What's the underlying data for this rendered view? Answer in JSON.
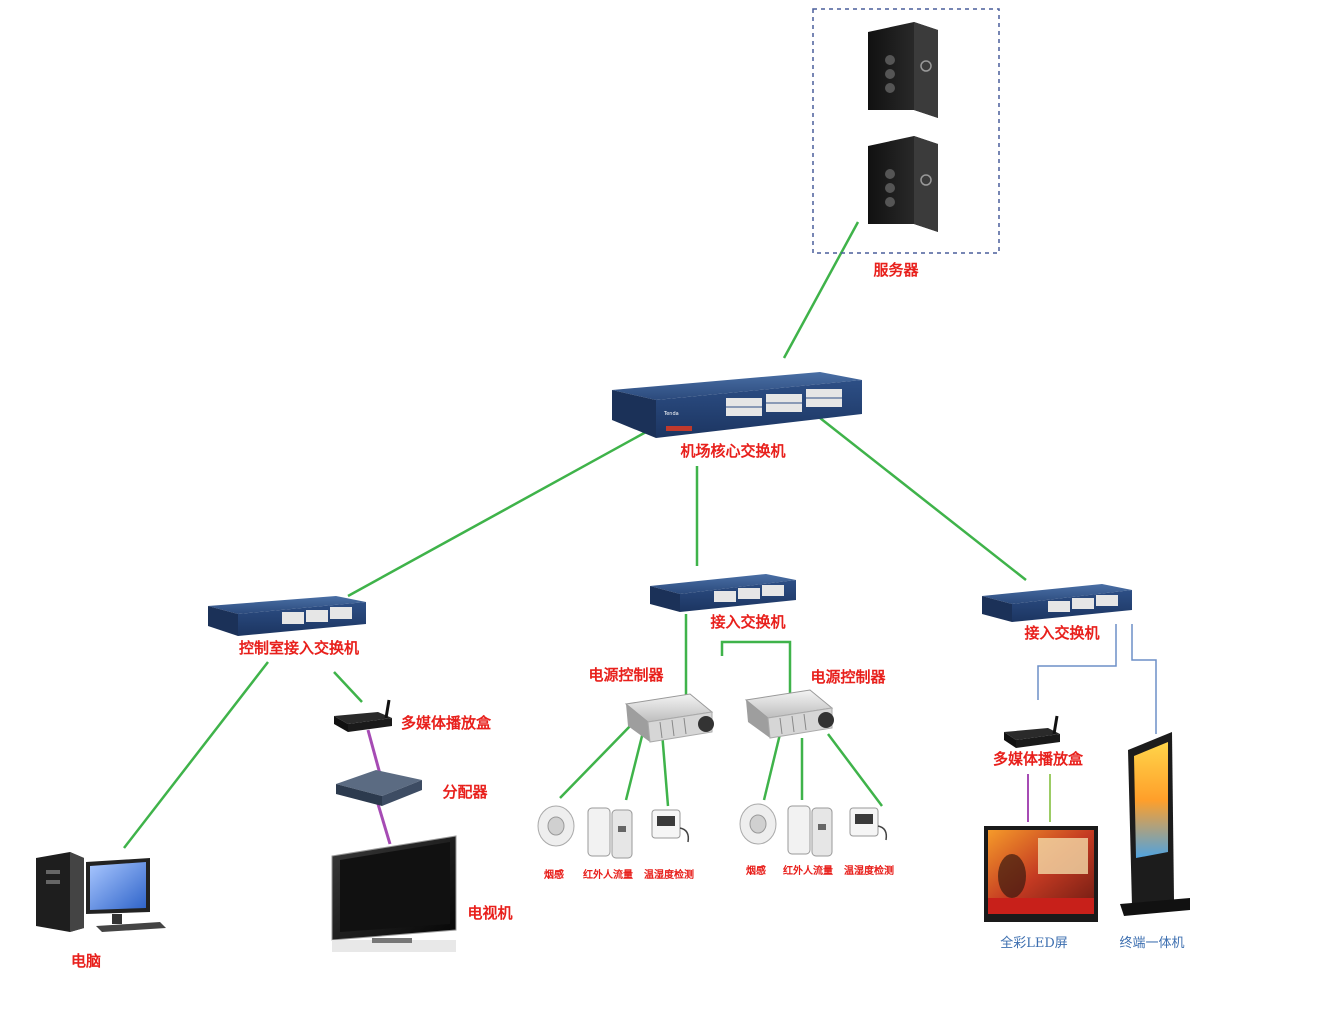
{
  "diagram": {
    "server_label": "服务器",
    "core_switch_label": "机场核心交换机",
    "control_switch_label": "控制室接入交换机",
    "access_switch_mid_label": "接入交换机",
    "access_switch_right_label": "接入交换机",
    "media_box_left_label": "多媒体播放盒",
    "splitter_label": "分配器",
    "tv_label": "电视机",
    "pc_label": "电脑",
    "power_ctrl_1_label": "电源控制器",
    "power_ctrl_2_label": "电源控制器",
    "smoke_1_label": "烟感",
    "ir_1_label": "红外人流量",
    "temp_1_label": "温湿度检测",
    "smoke_2_label": "烟感",
    "ir_2_label": "红外人流量",
    "temp_2_label": "温湿度检测",
    "media_box_right_label": "多媒体播放盒",
    "led_label": "全彩LED屏",
    "kiosk_label": "终端一体机"
  },
  "colors": {
    "label_red": "#e8201c",
    "link_green": "#3fb34a",
    "link_purple": "#a64bb4",
    "link_blue": "#6d8fc7",
    "switch_blue": "#25406e"
  }
}
